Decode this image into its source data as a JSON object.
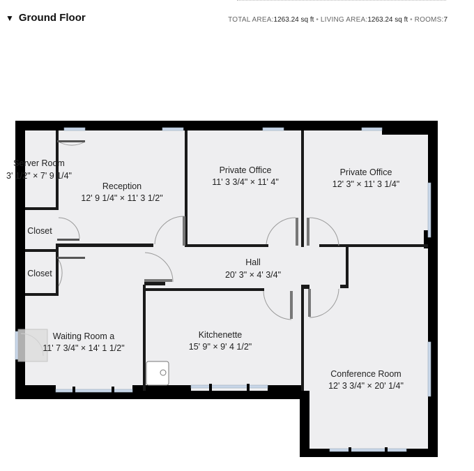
{
  "header": {
    "floor_name": "Ground Floor",
    "caret": "▼",
    "total_area_label": "TOTAL AREA:",
    "total_area_value": "1263.24 sq ft",
    "living_area_label": "LIVING AREA:",
    "living_area_value": "1263.24 sq ft",
    "rooms_label": "ROOMS:",
    "rooms_value": "7",
    "separator": "•"
  },
  "rooms": {
    "server_room": {
      "name": "Server Room",
      "dims": "3' 1/2\" × 7' 9 1/4\""
    },
    "reception": {
      "name": "Reception",
      "dims": "12' 9 1/4\" × 11' 3 1/2\""
    },
    "private_office_1": {
      "name": "Private Office",
      "dims": "11' 3 3/4\" × 11' 4\""
    },
    "private_office_2": {
      "name": "Private Office",
      "dims": "12' 3\" × 11' 3 1/4\""
    },
    "closet_1": {
      "name": "Closet"
    },
    "closet_2": {
      "name": "Closet"
    },
    "hall": {
      "name": "Hall",
      "dims": "20' 3\" × 4' 3/4\""
    },
    "kitchenette": {
      "name": "Kitchenette",
      "dims": "15' 9\" × 9' 4 1/2\""
    },
    "waiting_room": {
      "name": "Waiting Room a",
      "dims": "11' 7 3/4\" × 14' 1 1/2\""
    },
    "conference_room": {
      "name": "Conference Room",
      "dims": "12' 3 3/4\" × 20' 1/4\""
    }
  },
  "colors": {
    "wall": "#000000",
    "inner_wall": "#1a1a1a",
    "floor": "#eeeef0",
    "window": "#c8d6e8",
    "door_arc": "#9a9a9a"
  }
}
